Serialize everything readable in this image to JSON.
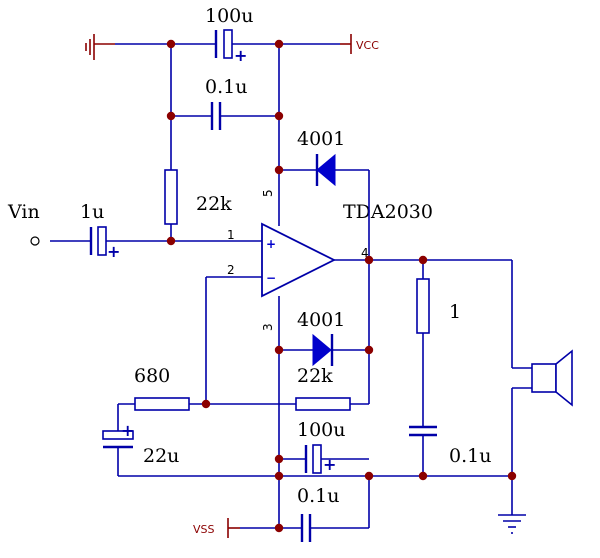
{
  "labels": {
    "c_top": "100u",
    "vcc": "VCC",
    "c_01_top": "0.1u",
    "d_top": "4001",
    "vin": "Vin",
    "c_in": "1u",
    "r_22k_top": "22k",
    "ic": "TDA2030",
    "pin1": "1",
    "pin2": "2",
    "pin3": "3",
    "pin4": "4",
    "pin5": "5",
    "plus": "+",
    "minus": "−",
    "r_1": "1",
    "d_bot": "4001",
    "r_680": "680",
    "r_22k_bot": "22k",
    "c_22u": "22u",
    "c_bot": "100u",
    "c_01_right": "0.1u",
    "c_01_bot": "0.1u",
    "vss": "VSS",
    "cap_plus": "+"
  },
  "colors": {
    "wire": "#0000a8",
    "junction": "#8b0000",
    "power": "#8b0000",
    "text": "#000000"
  }
}
